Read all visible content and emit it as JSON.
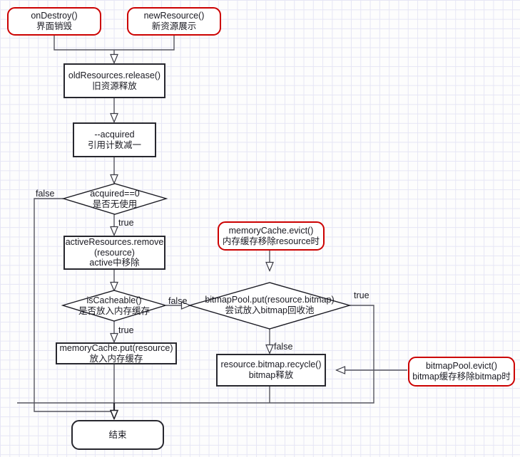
{
  "diagram": {
    "title_text": "Glide resource release flowchart",
    "colors": {
      "terminator_border": "#cc0000",
      "process_border": "#27272e",
      "edge_stroke": "#55555f",
      "grid_line": "#e6e6f5",
      "background": "#fdfdfd",
      "text": "#1a1a22"
    },
    "nodes": [
      {
        "id": "onDestroy",
        "shape": "terminator",
        "lines": [
          "onDestroy()",
          "界面销毁"
        ]
      },
      {
        "id": "newResource",
        "shape": "terminator",
        "lines": [
          "newResource()",
          "新资源展示"
        ]
      },
      {
        "id": "oldResourcesRelease",
        "shape": "process",
        "lines": [
          "oldResources.release()",
          "旧资源释放"
        ]
      },
      {
        "id": "decAcquired",
        "shape": "process",
        "lines": [
          "--acquired",
          "引用计数减一"
        ]
      },
      {
        "id": "acquiredZero",
        "shape": "decision",
        "lines": [
          "acquired==0",
          "是否无使用"
        ]
      },
      {
        "id": "activeResourcesRemove",
        "shape": "process",
        "lines": [
          "activeResources.remove",
          "(resource)",
          "active中移除"
        ]
      },
      {
        "id": "memoryCacheEvict",
        "shape": "terminator",
        "lines": [
          "memoryCache.evict()",
          "内存缓存移除resource时"
        ]
      },
      {
        "id": "isCacheable",
        "shape": "decision",
        "lines": [
          "isCacheable()",
          "是否放入内存缓存"
        ]
      },
      {
        "id": "bitmapPoolPut",
        "shape": "decision",
        "lines": [
          "bitmapPool.put(resource.bitmap)",
          "尝试放入bitmap回收池"
        ]
      },
      {
        "id": "memoryCachePut",
        "shape": "process",
        "lines": [
          "memoryCache.put(resource)",
          "放入内存缓存"
        ]
      },
      {
        "id": "bitmapRecycle",
        "shape": "process",
        "lines": [
          "resource.bitmap.recycle()",
          "bitmap释放"
        ]
      },
      {
        "id": "bitmapPoolEvict",
        "shape": "terminator",
        "lines": [
          "bitmapPool.evict()",
          "bitmap缓存移除bitmap时"
        ]
      },
      {
        "id": "end",
        "shape": "terminator-end",
        "lines": [
          "结束"
        ]
      }
    ],
    "edge_labels": [
      {
        "id": "acquired-false",
        "text": "false"
      },
      {
        "id": "acquired-true",
        "text": "true"
      },
      {
        "id": "cacheable-false",
        "text": "false"
      },
      {
        "id": "cacheable-true",
        "text": "true"
      },
      {
        "id": "bitmappool-true",
        "text": "true"
      },
      {
        "id": "bitmappool-false",
        "text": "false"
      }
    ]
  }
}
